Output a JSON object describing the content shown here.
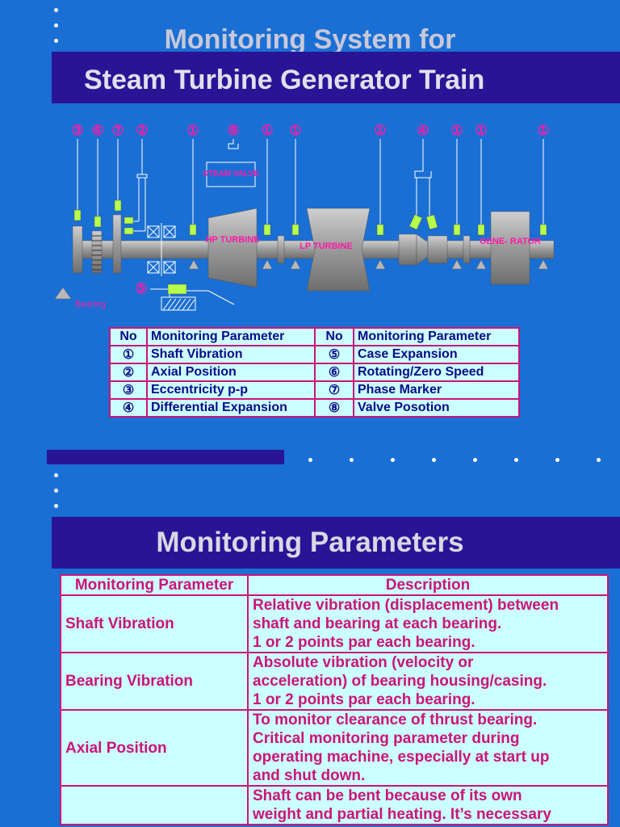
{
  "title_line1": "Monitoring System for",
  "title_line2": "Steam Turbine Generator Train",
  "diagram": {
    "top_markers": [
      "③",
      "⑥",
      "⑦",
      "②",
      "①",
      "⑧",
      "①",
      "①",
      "①",
      "④",
      "①",
      "①",
      "①"
    ],
    "marker5": "⑤",
    "steam_valve": "STEAM VALVE",
    "hp_turbine": "HP TURBINE",
    "lp_turbine": "LP TURBINE",
    "generator": "GENE- RATOR",
    "bearing_legend": "Bearing"
  },
  "table1": {
    "headers": [
      "No",
      "Monitoring Parameter",
      "No",
      "Monitoring Parameter"
    ],
    "rows": [
      [
        "①",
        "Shaft Vibration",
        "⑤",
        "Case Expansion"
      ],
      [
        "②",
        "Axial Position",
        "⑥",
        "Rotating/Zero Speed"
      ],
      [
        "③",
        "Eccentricity p-p",
        "⑦",
        "Phase Marker"
      ],
      [
        "④",
        "Differential Expansion",
        "⑧",
        "Valve Posotion"
      ]
    ]
  },
  "section2_title": "Monitoring Parameters",
  "table2": {
    "headers": [
      "Monitoring Parameter",
      "Description"
    ],
    "rows": [
      {
        "param": "Shaft Vibration",
        "desc": [
          "Relative vibration (displacement) between",
          "shaft and bearing at each bearing.",
          "1 or 2 points par each bearing."
        ]
      },
      {
        "param": "Bearing Vibration",
        "desc": [
          "Absolute vibration (velocity or",
          "acceleration) of bearing housing/casing.",
          "1 or 2 points par each bearing."
        ]
      },
      {
        "param": "Axial Position",
        "desc": [
          "To monitor clearance of thrust bearing.",
          "Critical monitoring parameter during",
          "operating machine, especially at start up",
          "and shut down."
        ]
      },
      {
        "param": "",
        "desc": [
          "Shaft can be bent because of its own",
          "weight and partial heating. It’s necessary"
        ]
      }
    ]
  }
}
